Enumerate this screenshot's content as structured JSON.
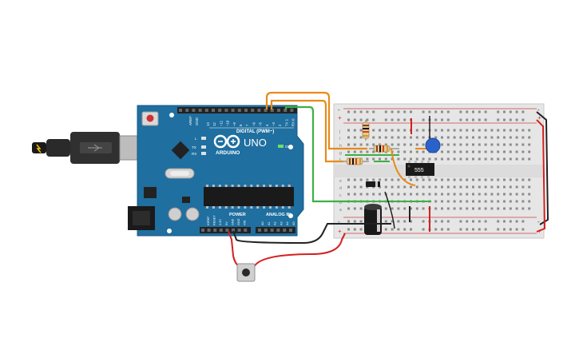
{
  "arduino": {
    "brand": "ARDUINO",
    "model": "UNO",
    "digital_label": "DIGITAL (PWM~)",
    "power_label": "POWER",
    "analog_label": "ANALOG IN",
    "on_label": "ON",
    "aref": "AREF",
    "gnd": "GND",
    "led_l": "L",
    "led_tx": "TX",
    "led_rx": "RX",
    "digital_pins": [
      "13",
      "12",
      "~11",
      "~10",
      "~9",
      "8",
      "7",
      "~6",
      "~5",
      "4",
      "~3",
      "2",
      "TX 1",
      "RX 0"
    ],
    "power_pins": [
      "IOREF",
      "RESET",
      "3.3V",
      "5V",
      "GND",
      "GND",
      "VIN"
    ],
    "analog_pins": [
      "A0",
      "A1",
      "A2",
      "A3",
      "A4",
      "A5"
    ]
  },
  "breadboard": {
    "row_letters_top": [
      "j",
      "i",
      "h",
      "g",
      "f"
    ],
    "row_letters_bottom": [
      "e",
      "d",
      "c",
      "b",
      "a"
    ],
    "plus": "+",
    "minus": "-"
  },
  "ic": {
    "label": "555"
  },
  "colors": {
    "board_blue": "#1f6fa0",
    "board_edge": "#155a85",
    "breadboard": "#e8e8e8",
    "wire_orange": "#e88a1a",
    "wire_green": "#3cb043",
    "wire_red": "#d32020",
    "wire_black": "#222222",
    "capacitor_blue": "#2a62c9"
  }
}
